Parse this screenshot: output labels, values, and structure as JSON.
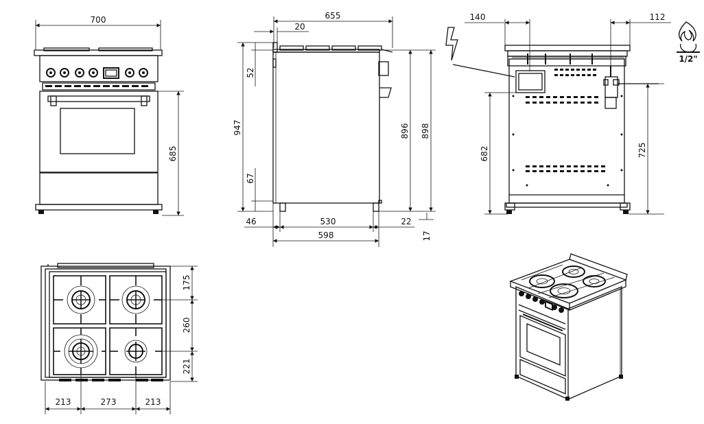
{
  "front": {
    "width": "700",
    "oven_height": "685"
  },
  "side": {
    "depth_top": "655",
    "handle_offset": "20",
    "top_section": "52",
    "total_height": "947",
    "plinth": "67",
    "front_offset": "46",
    "foot_span": "530",
    "rear_offset": "22",
    "body_depth": "598",
    "height_896": "896",
    "height_898": "898",
    "foot_height": "17"
  },
  "rear": {
    "electric_offset": "140",
    "gas_offset": "112",
    "electric_height": "682",
    "gas_height": "725",
    "gas_connection": "1/2\""
  },
  "top": {
    "row1": "175",
    "row2": "260",
    "row3": "221",
    "col1": "213",
    "col2": "273",
    "col3": "213"
  },
  "icons": [
    "electric-lightning-icon",
    "gas-flame-icon"
  ]
}
